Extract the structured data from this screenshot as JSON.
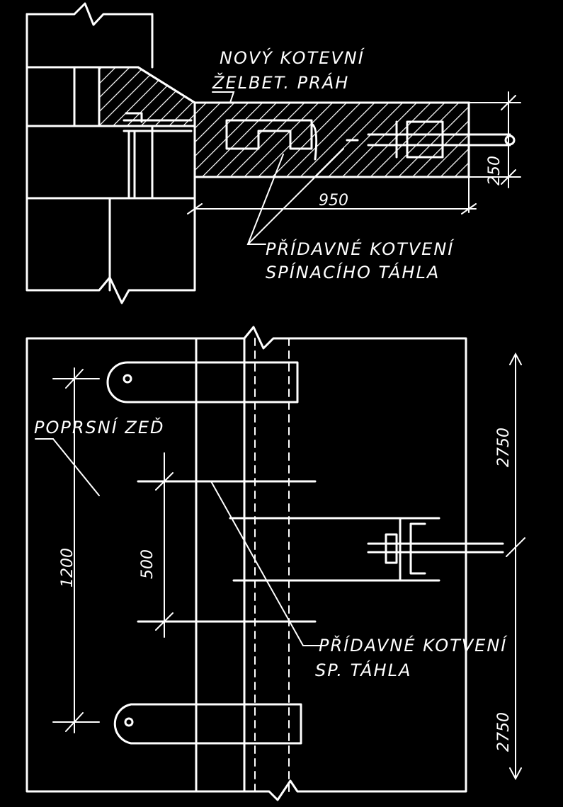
{
  "labels": {
    "new_anchor_line1": "NOVÝ KOTEVNÍ",
    "new_anchor_line2": "ŽELBET. PRÁH",
    "extra_anchor_top_line1": "PŘÍDAVNÉ KOTVENÍ",
    "extra_anchor_top_line2": "SPÍNACÍHO TÁHLA",
    "parapet_wall": "POPRSNÍ ZEĎ",
    "extra_anchor_bottom_line1": "PŘÍDAVNÉ KOTVENÍ",
    "extra_anchor_bottom_line2": "SP. TÁHLA"
  },
  "dimensions": {
    "width_950": "950",
    "height_250": "250",
    "spacing_1200": "1200",
    "spacing_500": "500",
    "span_top_2750": "2750",
    "span_bottom_2750": "2750"
  },
  "colors": {
    "background": "#000000",
    "ink": "#ffffff"
  }
}
